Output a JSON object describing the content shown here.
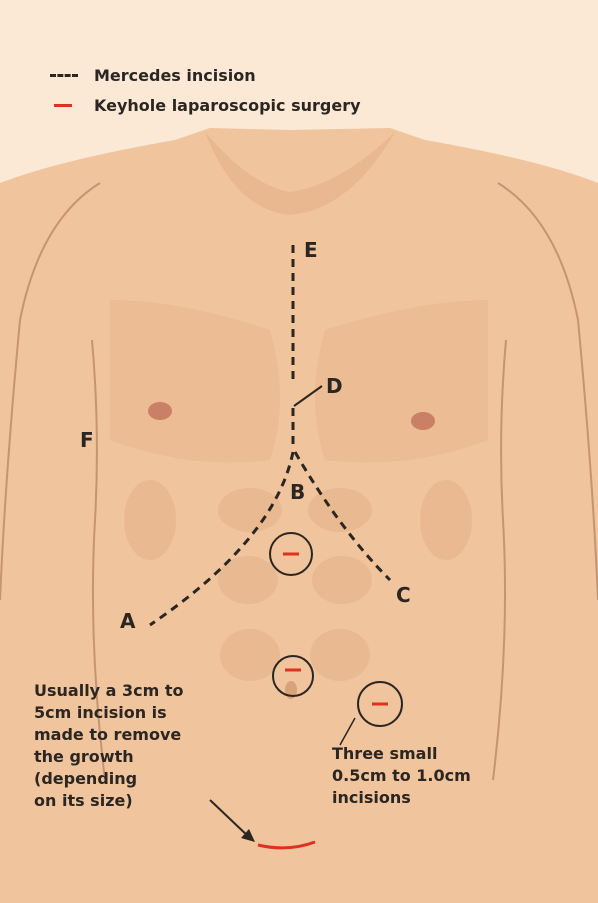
{
  "legend": {
    "mercedes": "Mercedes incision",
    "keyhole": "Keyhole laparoscopic surgery"
  },
  "labels": {
    "a": "A",
    "b": "B",
    "c": "C",
    "d": "D",
    "e": "E",
    "f": "F"
  },
  "notes": {
    "left": [
      "Usually a 3cm to",
      "5cm incision is",
      "made to remove",
      "the growth",
      "(depending",
      "on its size)"
    ],
    "right": [
      "Three small",
      "0.5cm to 1.0cm",
      "incisions"
    ]
  },
  "colors": {
    "skin": "#f0c49c",
    "skin_shadow": "#dfa67c",
    "background": "#fbe9d6",
    "incision_line": "#2b2622",
    "keyhole": "#e0311f",
    "nipple": "#c98064"
  }
}
